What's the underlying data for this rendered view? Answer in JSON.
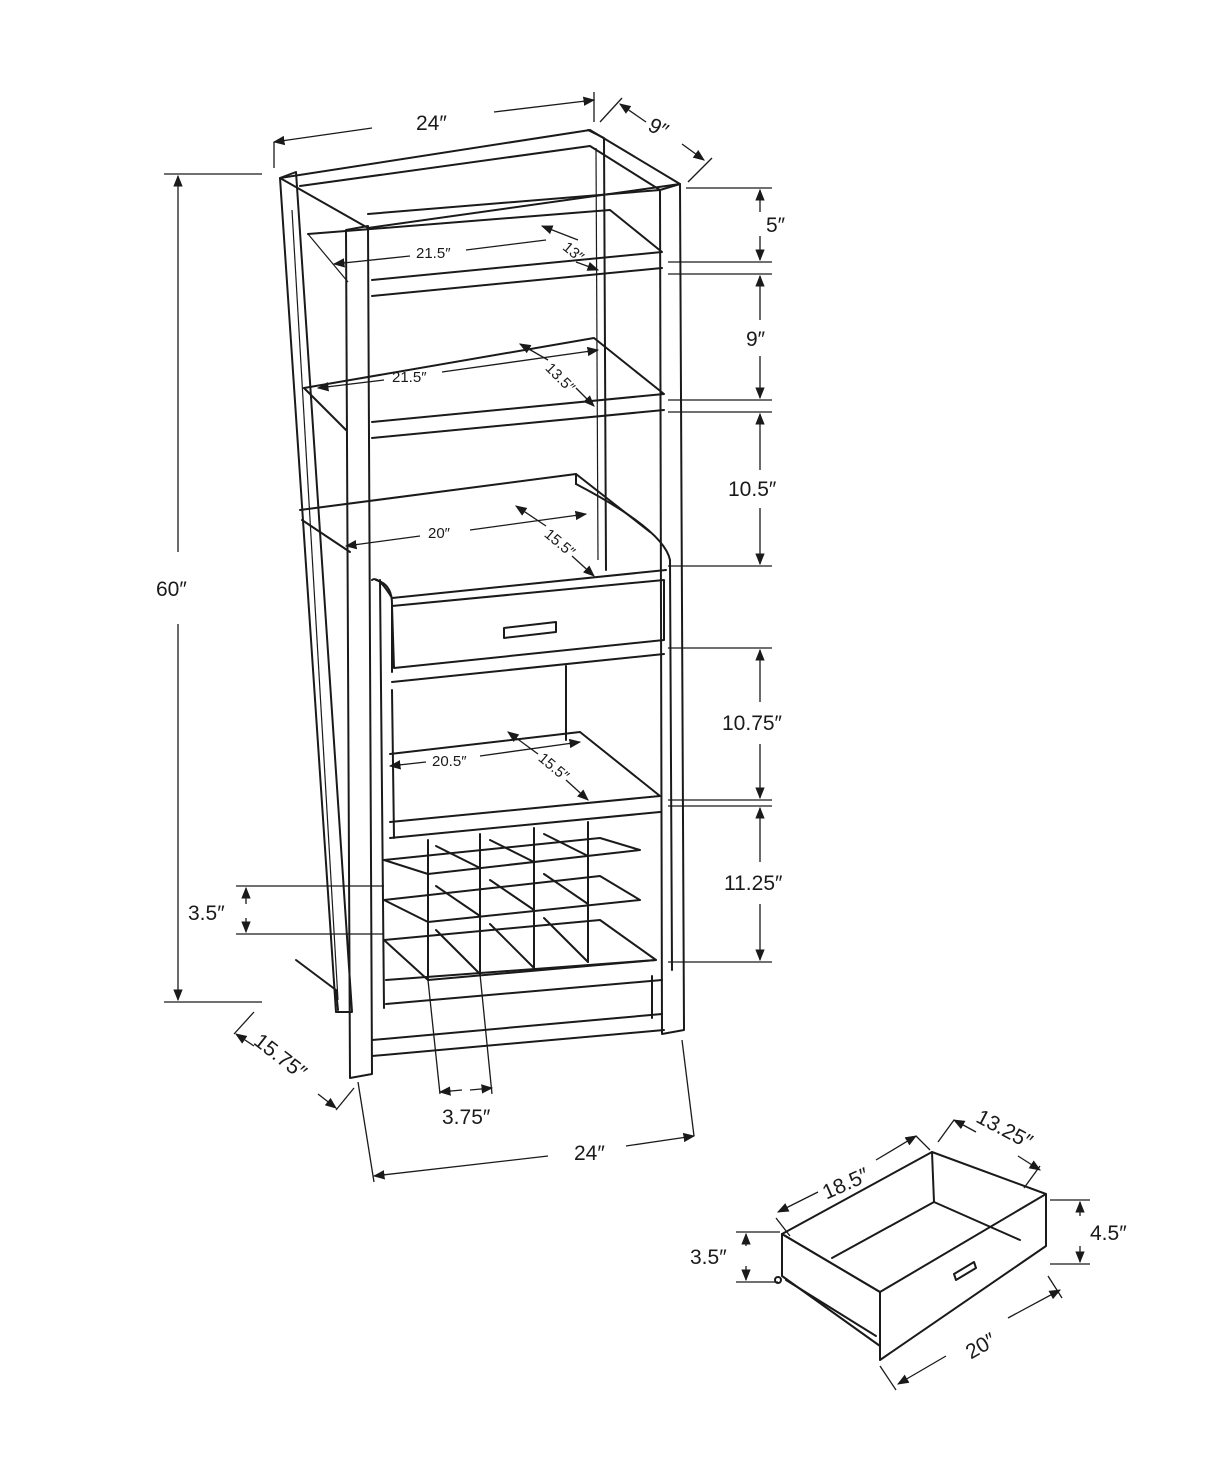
{
  "dimensions": {
    "top_width": "24″",
    "top_depth": "9″",
    "height": "60″",
    "gap_top": "5″",
    "gap_shelf2": "9″",
    "gap_shelf3": "10.5″",
    "gap_cabinet": "10.75″",
    "gap_wine": "11.25″",
    "shelf1_width": "21.5″",
    "shelf1_depth": "13″",
    "shelf2_width": "21.5″",
    "shelf2_depth": "13.5″",
    "counter_width": "20″",
    "counter_depth": "15.5″",
    "cabinet_shelf_width": "20.5″",
    "cabinet_shelf_depth": "15.5″",
    "rack_cell_height": "3.5″",
    "base_depth": "15.75″",
    "rack_cell_width": "3.75″",
    "base_width": "24″"
  },
  "drawer": {
    "depth": "18.5″",
    "width_back": "13.25″",
    "front_height": "4.5″",
    "inner_height": "3.5″",
    "width": "20″"
  }
}
